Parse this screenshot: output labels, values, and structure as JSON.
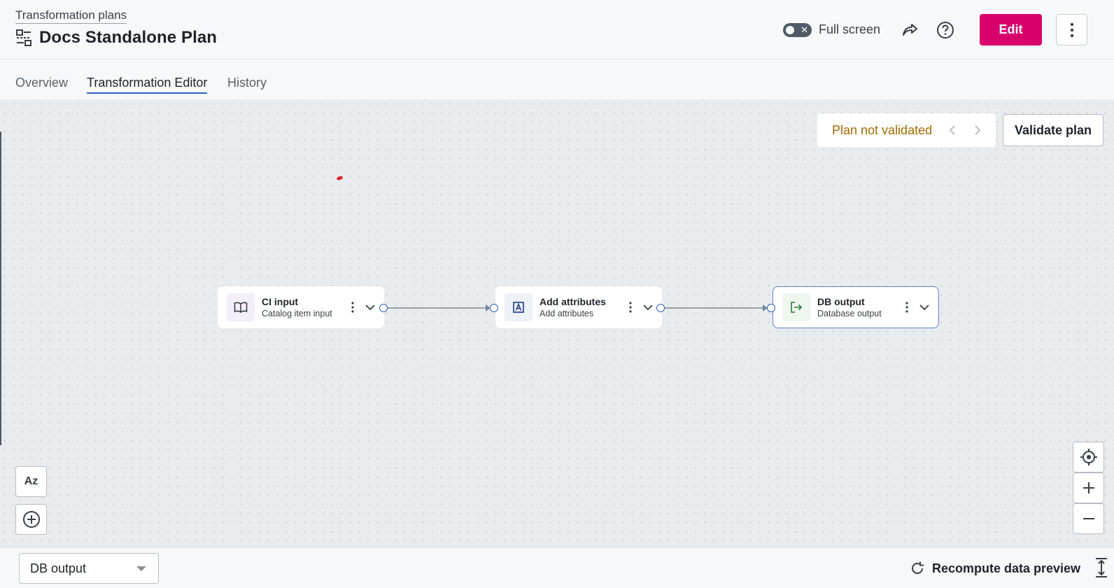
{
  "header": {
    "breadcrumb": "Transformation plans",
    "title": "Docs Standalone Plan",
    "fullscreen_label": "Full screen",
    "fullscreen_enabled": false,
    "share_icon": "share-icon",
    "help_icon": "help-icon",
    "edit_label": "Edit",
    "more_icon": "more-vertical-icon"
  },
  "tabs": [
    {
      "label": "Overview",
      "active": false
    },
    {
      "label": "Transformation Editor",
      "active": true
    },
    {
      "label": "History",
      "active": false
    }
  ],
  "validation": {
    "status": "Plan not validated",
    "validate_label": "Validate plan"
  },
  "nodes": [
    {
      "title": "CI input",
      "subtitle": "Catalog item input",
      "icon": "book-icon"
    },
    {
      "title": "Add attributes",
      "subtitle": "Add attributes",
      "icon": "attribute-icon"
    },
    {
      "title": "DB output",
      "subtitle": "Database output",
      "icon": "output-icon",
      "selected": true
    }
  ],
  "canvas_controls": {
    "sort_label": "Az",
    "add_icon": "add-circle-icon",
    "center_icon": "crosshair-icon",
    "zoom_in_icon": "plus-icon",
    "zoom_out_icon": "minus-icon"
  },
  "bottom": {
    "selected_node": "DB output",
    "recompute_label": "Recompute data preview",
    "expand_icon": "expand-vertical-icon"
  },
  "colors": {
    "accent": "#d8006b",
    "link": "#2b63c4",
    "warning_text": "#a66b00"
  }
}
